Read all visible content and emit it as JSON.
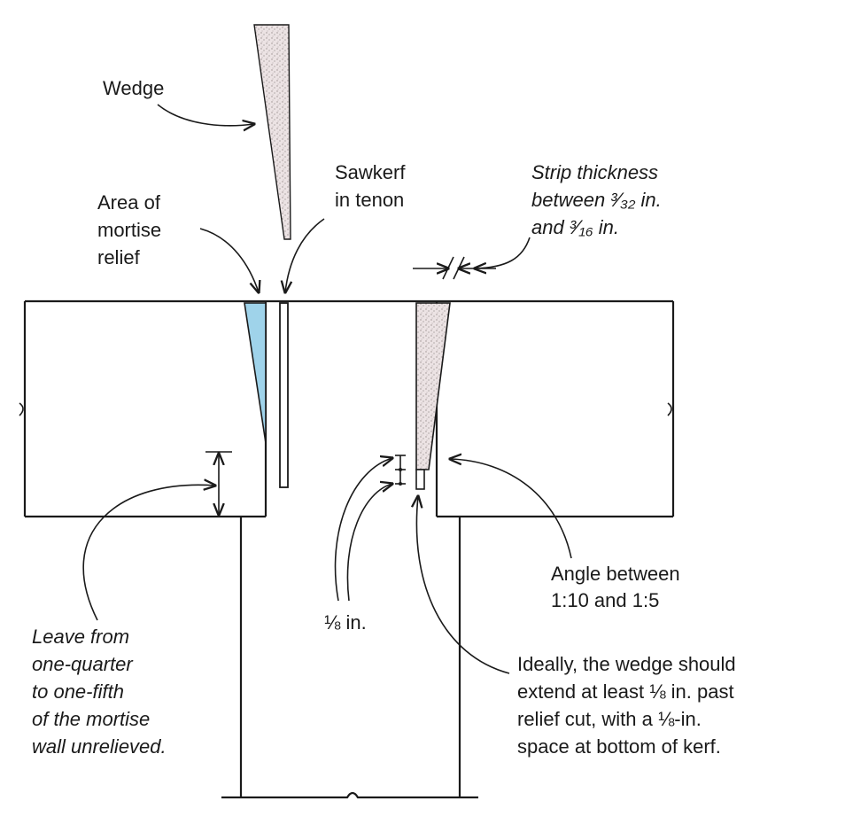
{
  "labels": {
    "wedge": "Wedge",
    "sawkerf": [
      "Sawkerf",
      "in tenon"
    ],
    "relief": [
      "Area of",
      "mortise",
      "relief"
    ],
    "strip": [
      "Strip thickness",
      "between ³⁄₃₂ in.",
      "and ³⁄₁₆ in."
    ],
    "angle": [
      "Angle between",
      "1:10 and 1:5"
    ],
    "eighth": "⅛ in.",
    "leave": [
      "Leave from",
      "one-quarter",
      "to one-fifth",
      "of the mortise",
      "wall unrelieved."
    ],
    "ideal": [
      "Ideally, the wedge should",
      "extend at least ⅛ in. past",
      "relief cut, with a ⅛-in.",
      "space at bottom of kerf."
    ]
  },
  "colors": {
    "line": "#1a1a1a",
    "relief_fill": "#9fd3ea",
    "wedge_fill": "#e9dfe0",
    "wedge_speckle": "#9a9090"
  }
}
